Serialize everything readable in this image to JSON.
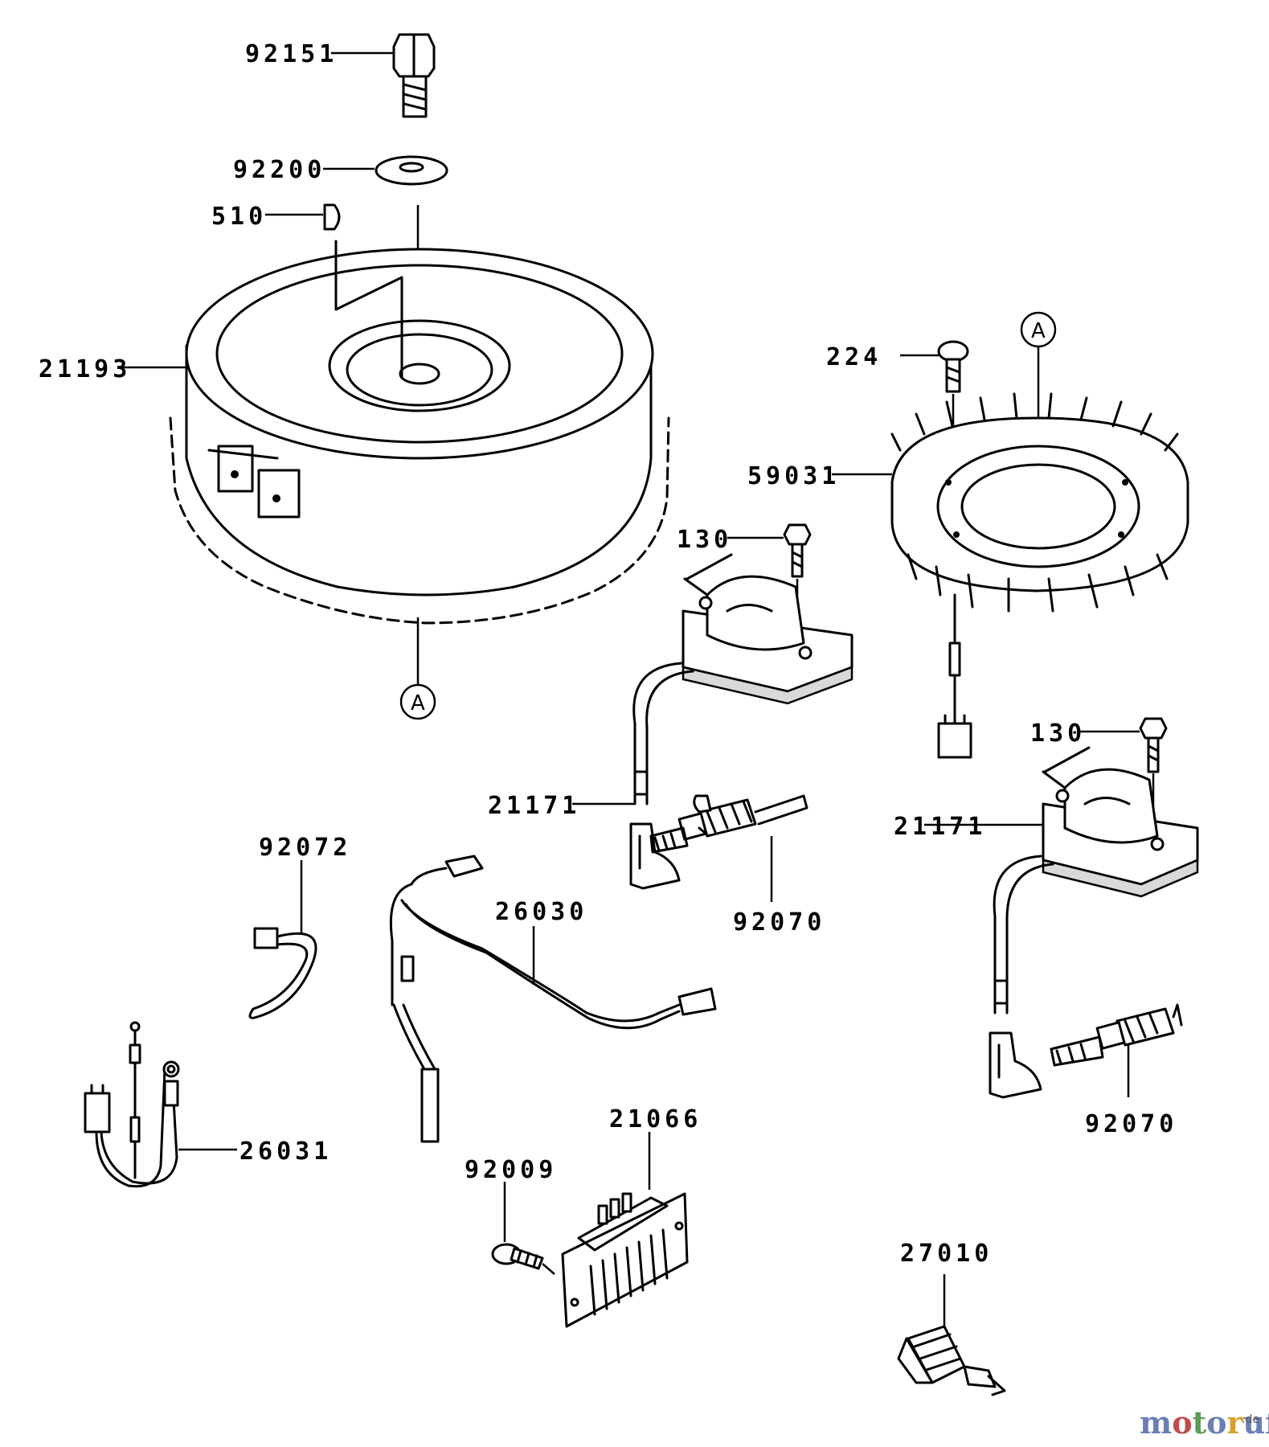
{
  "labels": {
    "p92151": "92151",
    "p92200": "92200",
    "p510": "510",
    "p21193": "21193",
    "p224": "224",
    "p59031": "59031",
    "p130a": "130",
    "p130b": "130",
    "p21171a": "21171",
    "p21171b": "21171",
    "p92070a": "92070",
    "p92070b": "92070",
    "p92072": "92072",
    "p26030": "26030",
    "p26031": "26031",
    "p21066": "21066",
    "p92009": "92009",
    "p27010": "27010"
  },
  "reference_marks": {
    "a1": "A",
    "a2": "A"
  },
  "watermark": {
    "brand": "motoruf",
    "suffix": ".de"
  },
  "colors": {
    "line": "#000000",
    "background": "#ffffff"
  }
}
